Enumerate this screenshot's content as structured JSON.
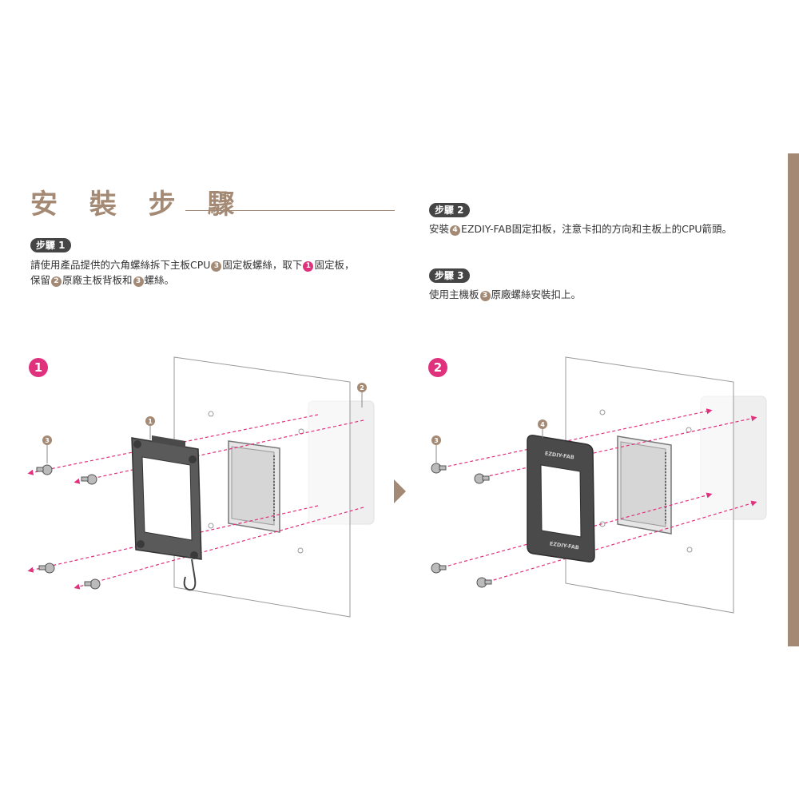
{
  "title": "安 裝 步 驟",
  "steps": [
    {
      "badge": "步驟 1",
      "lines": [
        [
          {
            "t": "請使用產品提供的六角螺絲拆下主板CPU"
          },
          {
            "n": "3",
            "c": "tan"
          },
          {
            "t": "固定板螺絲，取下"
          },
          {
            "n": "1",
            "c": "pink"
          },
          {
            "t": "固定板，"
          }
        ],
        [
          {
            "t": "保留"
          },
          {
            "n": "2",
            "c": "tan"
          },
          {
            "t": "原廠主板背板和"
          },
          {
            "n": "3",
            "c": "tan"
          },
          {
            "t": "螺絲。"
          }
        ]
      ]
    },
    {
      "badge": "步驟 2",
      "lines": [
        [
          {
            "t": "安裝"
          },
          {
            "n": "4",
            "c": "tan"
          },
          {
            "t": "EZDIY-FAB固定扣板，注意卡扣的方向和主板上的CPU箭頭。"
          }
        ]
      ]
    },
    {
      "badge": "步驟 3",
      "lines": [
        [
          {
            "t": "使用主機板"
          },
          {
            "n": "3",
            "c": "tan"
          },
          {
            "t": "原廠螺絲安裝扣上。"
          }
        ]
      ]
    }
  ],
  "figures": [
    {
      "number": "1",
      "callouts": {
        "plate": "1",
        "backplate": "2",
        "screws": "3"
      }
    },
    {
      "number": "2",
      "callouts": {
        "frame": "4",
        "screws": "3"
      },
      "frame_text_top": "EZDIY-FAB",
      "frame_text_bottom": "EZDIY-FAB"
    }
  ],
  "colors": {
    "accent": "#a48a74",
    "highlight": "#e0317c",
    "badge": "#454545",
    "arrow": "#a48a74"
  }
}
